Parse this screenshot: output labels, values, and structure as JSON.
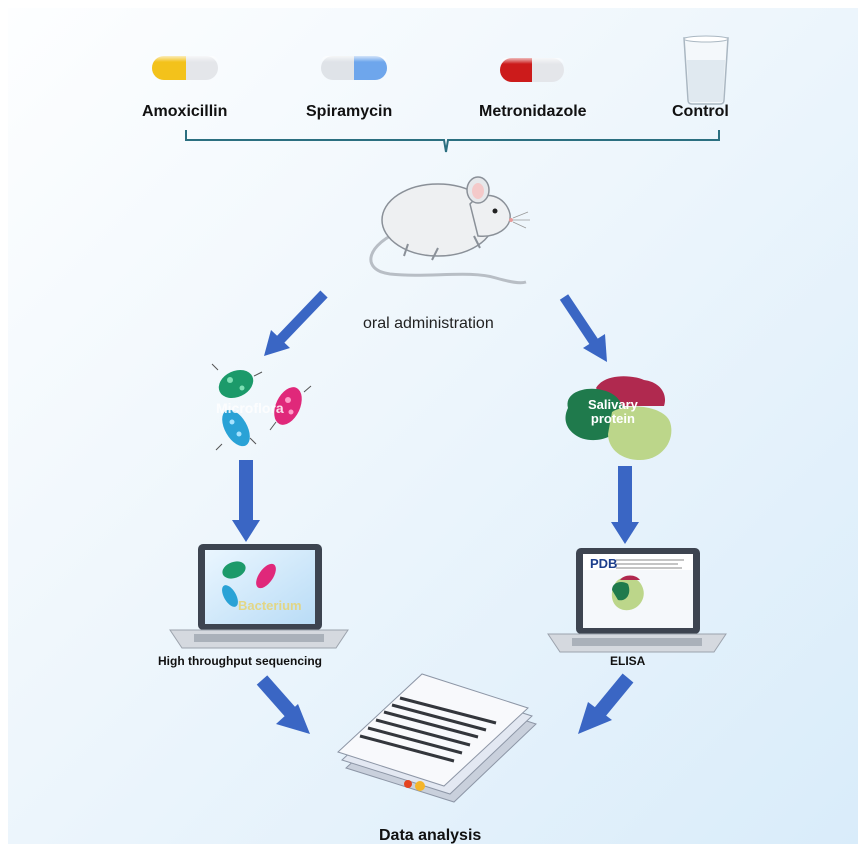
{
  "treatments": [
    {
      "label": "Amoxicillin",
      "icon": "yellow-capsule-icon",
      "color": "#f3c21b"
    },
    {
      "label": "Spiramycin",
      "icon": "blue-capsule-icon",
      "color": "#6ea6ec"
    },
    {
      "label": "Metronidazole",
      "icon": "red-capsule-icon",
      "color": "#cc1b1b"
    },
    {
      "label": "Control",
      "icon": "water-glass-icon",
      "color": "#dfe7ee"
    }
  ],
  "route_label": "oral administration",
  "left_branch": {
    "sample_overlay": "Microflora",
    "laptop_overlay": "Bacterium",
    "method_label": "High throughput sequencing"
  },
  "right_branch": {
    "sample_label_line1": "Salivary",
    "sample_label_line2": "protein",
    "laptop_header": "PDB",
    "method_label": "ELISA"
  },
  "output_label": "Data analysis",
  "colors": {
    "arrow": "#3a66c4",
    "bracket": "#2b6f80"
  }
}
